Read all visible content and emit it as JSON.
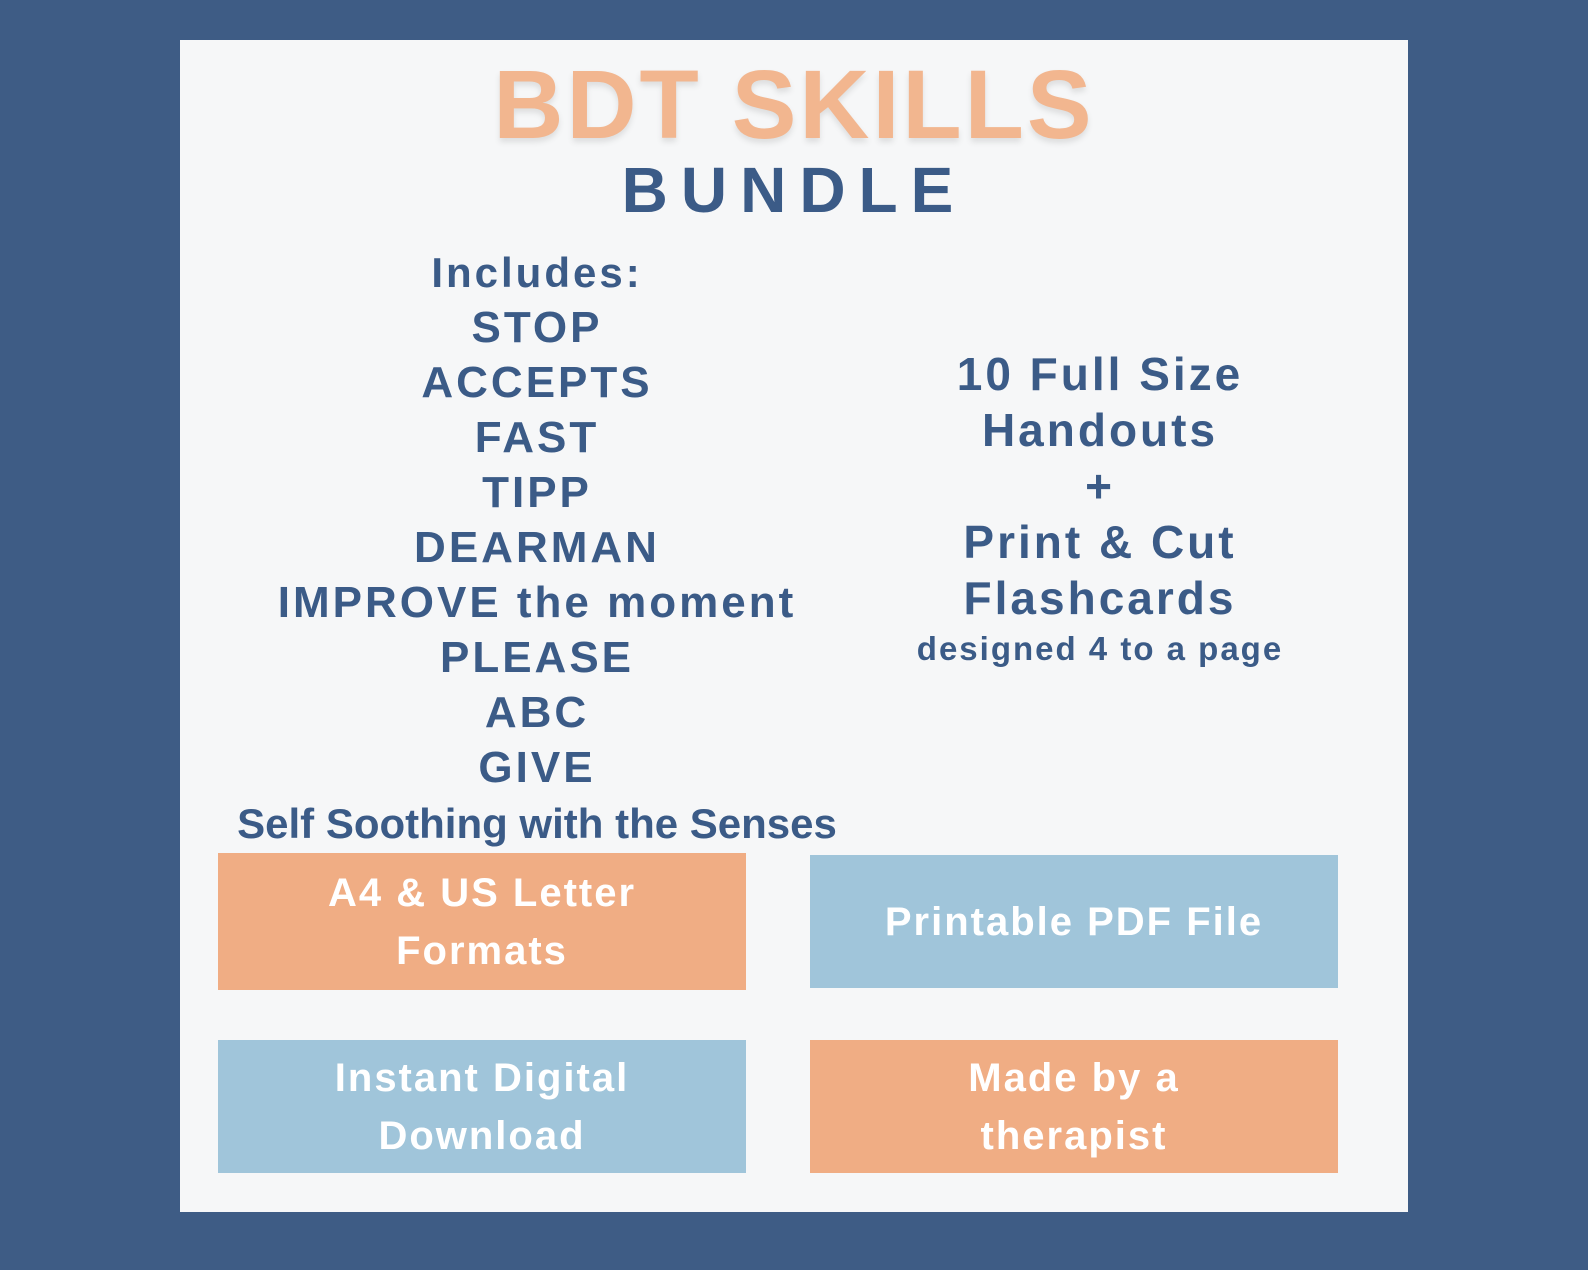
{
  "colors": {
    "background": "#3e5c85",
    "card": "#f6f7f8",
    "peach": "#f0ad84",
    "light_blue": "#a0c5da",
    "dark_blue": "#3b5b87",
    "title_peach": "#f2b68f",
    "badge_text": "#ffffff"
  },
  "title": {
    "main": "BDT SKILLS",
    "sub": "BUNDLE"
  },
  "includes": {
    "heading": "Includes:",
    "items": [
      "STOP",
      "ACCEPTS",
      "FAST",
      "TIPP",
      "DEARMAN",
      "IMPROVE the moment",
      "PLEASE",
      "ABC",
      "GIVE"
    ],
    "footer": "Self Soothing with the Senses"
  },
  "details": {
    "lines": [
      "10 Full Size",
      "Handouts",
      "+",
      "Print & Cut",
      "Flashcards"
    ],
    "note": "designed 4 to a page"
  },
  "badges": [
    {
      "label": "A4 & US Letter\nFormats",
      "color": "peach"
    },
    {
      "label": "Printable PDF File",
      "color": "light_blue"
    },
    {
      "label": "Instant Digital\nDownload",
      "color": "light_blue"
    },
    {
      "label": "Made by a\ntherapist",
      "color": "peach"
    }
  ]
}
